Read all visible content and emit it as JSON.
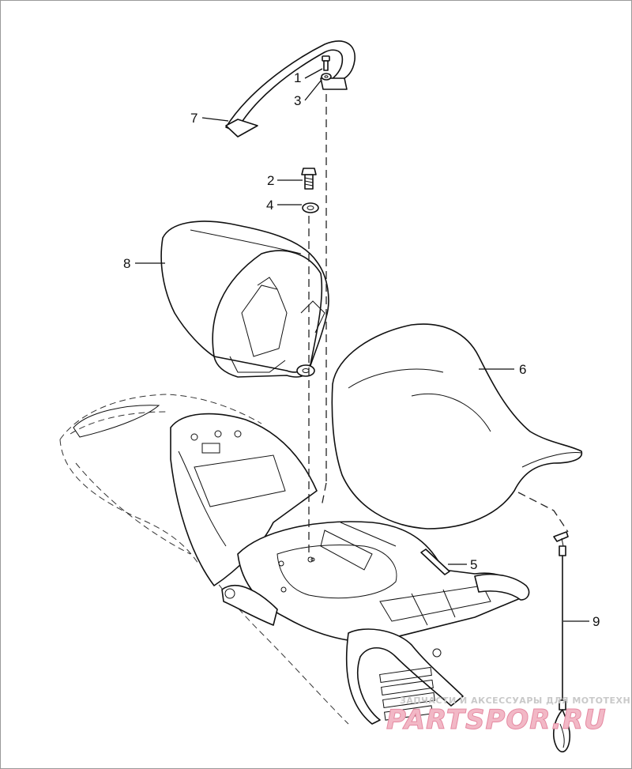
{
  "callouts": [
    {
      "id": "1",
      "label": "1"
    },
    {
      "id": "2",
      "label": "2"
    },
    {
      "id": "3",
      "label": "3"
    },
    {
      "id": "4",
      "label": "4"
    },
    {
      "id": "5",
      "label": "5"
    },
    {
      "id": "6",
      "label": "6"
    },
    {
      "id": "7",
      "label": "7"
    },
    {
      "id": "8",
      "label": "8"
    },
    {
      "id": "9",
      "label": "9"
    }
  ],
  "watermark": {
    "tagline": "ЗАПЧАСТИ И АКСЕССУАРЫ ДЛЯ МОТОТЕХНИКИ",
    "logo_text": "PARTSPOR.RU",
    "color": "#e58aa2"
  },
  "colors": {
    "line": "#111111",
    "background": "#ffffff"
  }
}
